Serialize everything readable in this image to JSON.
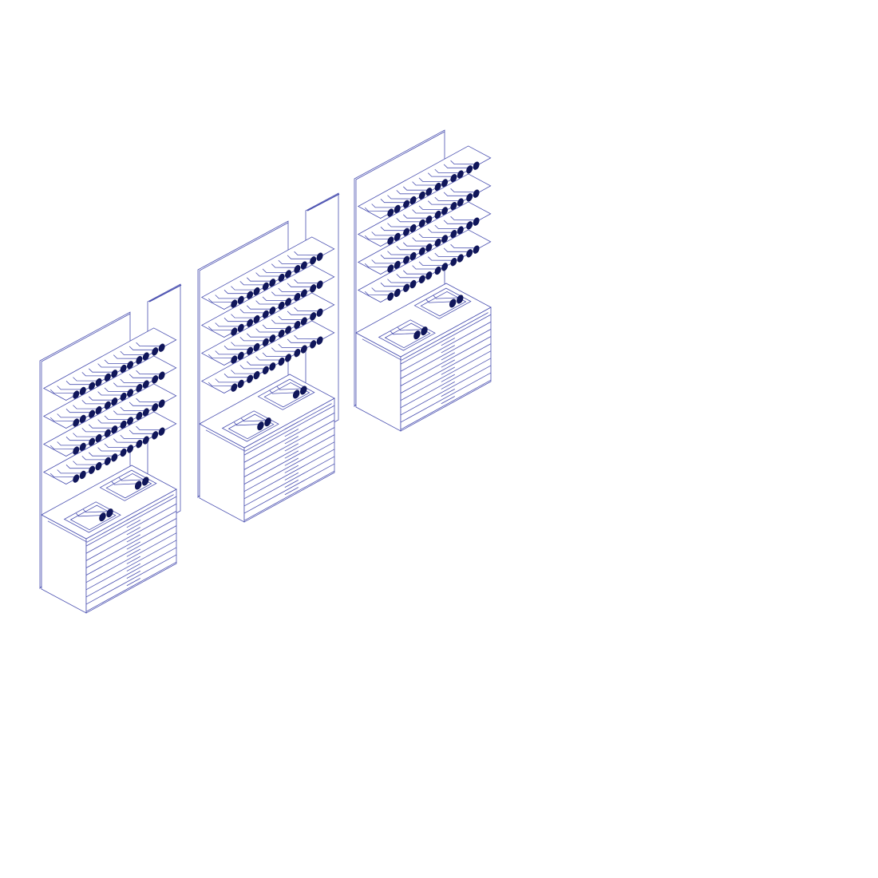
{
  "colors": {
    "line": "#4a50b0",
    "lens": "#10165a",
    "background": "#ffffff"
  },
  "display_units": [
    {
      "shelves": 4,
      "glasses_per_shelf": 6,
      "drawers": 10,
      "trays": 2,
      "side_panel": true
    },
    {
      "shelves": 4,
      "glasses_per_shelf": 6,
      "drawers": 10,
      "trays": 2,
      "side_panel": true
    },
    {
      "shelves": 4,
      "glasses_per_shelf": 6,
      "drawers": 10,
      "trays": 2,
      "side_panel": false
    }
  ]
}
